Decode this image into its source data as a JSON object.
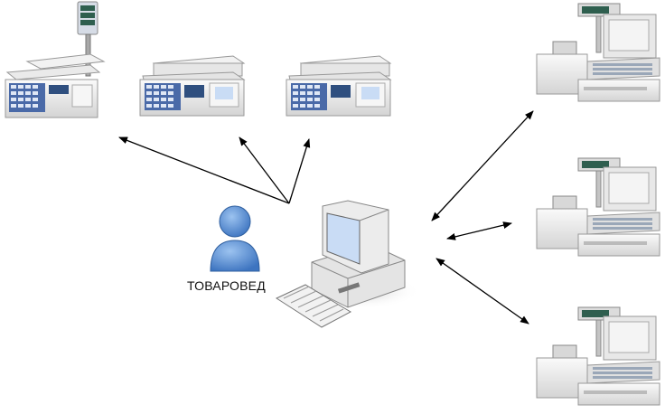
{
  "labels": {
    "merchandiser": "ТОВАРОВЕД"
  },
  "devices": {
    "scales": [
      {
        "kind": "label-printing-scale-with-pole-display"
      },
      {
        "kind": "label-printing-scale"
      },
      {
        "kind": "label-printing-scale"
      }
    ],
    "pos_terminals": [
      {
        "kind": "pos-terminal"
      },
      {
        "kind": "pos-terminal"
      },
      {
        "kind": "pos-terminal"
      }
    ]
  },
  "colors": {
    "user_icon": "#5b8fd0",
    "device_body": "#e8e8e8",
    "device_screen": "#c9dcf5",
    "keypad": "#4a6aa8",
    "arrow": "#000000"
  }
}
